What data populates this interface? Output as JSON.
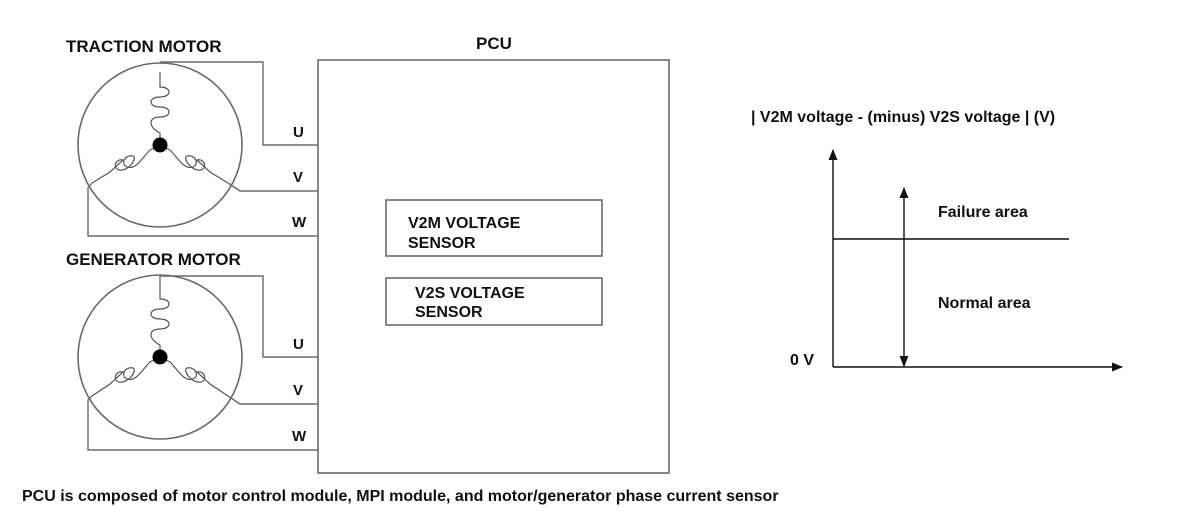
{
  "labels": {
    "traction_motor": "TRACTION MOTOR",
    "generator_motor": "GENERATOR MOTOR",
    "pcu": "PCU",
    "traction_phases": {
      "u": "U",
      "v": "V",
      "w": "W"
    },
    "generator_phases": {
      "u": "U",
      "v": "V",
      "w": "W"
    },
    "v2m_sensor": [
      "V2M VOLTAGE",
      "SENSOR"
    ],
    "v2s_sensor": [
      "V2S VOLTAGE",
      "SENSOR"
    ]
  },
  "graph": {
    "ylabel": "| V2M voltage - (minus) V2S voltage | (V)",
    "zero_label": "0 V",
    "failure_label": "Failure area",
    "normal_label": "Normal area"
  },
  "footnote": "PCU is composed of motor control module, MPI module, and motor/generator phase current sensor",
  "colors": {
    "line": "#6a6a6a",
    "text": "#111111",
    "background": "#ffffff"
  }
}
